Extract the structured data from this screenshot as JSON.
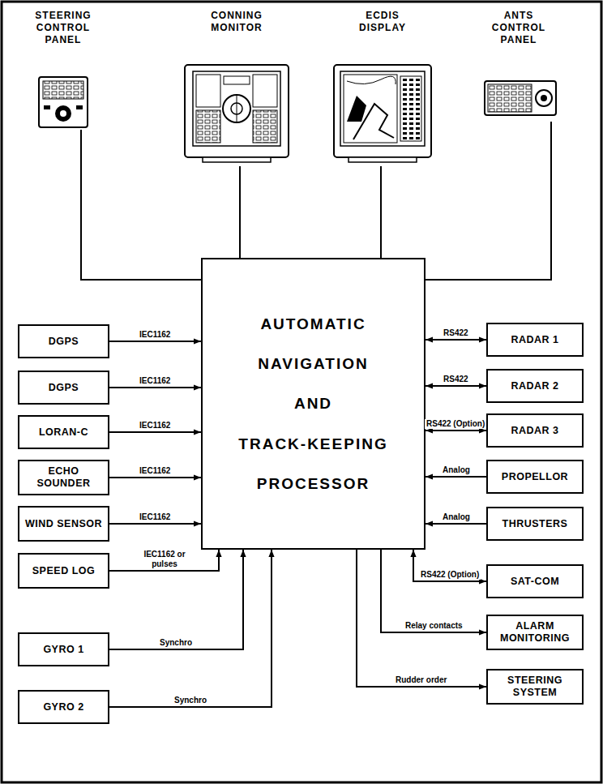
{
  "diagram": {
    "nodes": [
      {
        "text": [
          "STEERING CONTROL PANEL"
        ]
      },
      {
        "text": [
          "CONNING MONITOR"
        ]
      },
      {
        "text": [
          "ECDIS DISPLAY"
        ]
      },
      {
        "text": [
          "ANTS CONTROL PANEL"
        ]
      },
      {
        "text": [
          "AUTOMATIC NAVIGATION AND TRACK-KEEPING PROCESSOR"
        ]
      },
      {
        "text": [
          "DGPS"
        ]
      },
      {
        "text": [
          "DGPS"
        ]
      },
      {
        "text": [
          "LORAN-C"
        ]
      },
      {
        "text": [
          "ECHO SOUNDER"
        ]
      },
      {
        "text": [
          "WIND SENSOR"
        ]
      },
      {
        "text": [
          "SPEED LOG"
        ]
      },
      {
        "text": [
          "GYRO 1"
        ]
      },
      {
        "text": [
          "GYRO 2"
        ]
      },
      {
        "text": [
          "RADAR 1"
        ]
      },
      {
        "text": [
          "RADAR 2"
        ]
      },
      {
        "text": [
          "RADAR 3"
        ]
      },
      {
        "text": [
          "PROPELLOR"
        ]
      },
      {
        "text": [
          "THRUSTERS"
        ]
      },
      {
        "text": [
          "SAT-COM"
        ]
      },
      {
        "text": [
          "ALARM MONITORING"
        ]
      },
      {
        "text": [
          "STEERING SYSTEM"
        ]
      }
    ],
    "edges": [
      {
        "from": 0,
        "to": 4,
        "arrow": "none"
      },
      {
        "from": 1,
        "to": 4,
        "arrow": "none"
      },
      {
        "from": 2,
        "to": 4,
        "arrow": "none"
      },
      {
        "from": 3,
        "to": 4,
        "arrow": "none"
      },
      {
        "from": 5,
        "to": 4,
        "label": "IEC1162",
        "arrow": "to"
      },
      {
        "from": 6,
        "to": 4,
        "label": "IEC1162",
        "arrow": "to"
      },
      {
        "from": 7,
        "to": 4,
        "label": "IEC1162",
        "arrow": "to"
      },
      {
        "from": 8,
        "to": 4,
        "label": "IEC1162",
        "arrow": "to"
      },
      {
        "from": 9,
        "to": 4,
        "label": "IEC1162",
        "arrow": "to"
      },
      {
        "from": 10,
        "to": 4,
        "label": "IEC1162 or pulses",
        "arrow": "to"
      },
      {
        "from": 11,
        "to": 4,
        "label": "Synchro",
        "arrow": "to"
      },
      {
        "from": 12,
        "to": 4,
        "label": "Synchro",
        "arrow": "to"
      },
      {
        "from": 4,
        "to": 13,
        "label": "RS422",
        "arrow": "both"
      },
      {
        "from": 4,
        "to": 14,
        "label": "RS422",
        "arrow": "both"
      },
      {
        "from": 4,
        "to": 15,
        "label": "RS422 (Option)",
        "arrow": "both"
      },
      {
        "from": 16,
        "to": 4,
        "label": "Analog",
        "arrow": "to"
      },
      {
        "from": 17,
        "to": 4,
        "label": "Analog",
        "arrow": "to"
      },
      {
        "from": 4,
        "to": 18,
        "label": "RS422 (Option)",
        "arrow": "both"
      },
      {
        "from": 4,
        "to": 19,
        "label": "Relay contacts",
        "arrow": "to"
      },
      {
        "from": 4,
        "to": 20,
        "label": "Rudder order",
        "arrow": "to"
      }
    ]
  }
}
